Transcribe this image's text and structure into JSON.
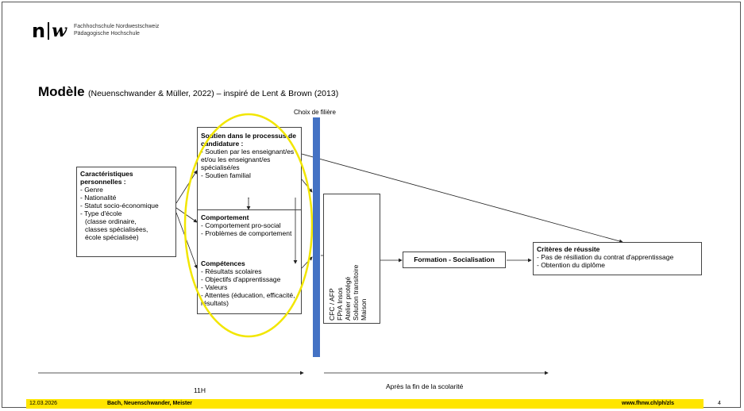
{
  "header": {
    "logo_n": "n",
    "logo_w": "w",
    "institution_line1": "Fachhochschule Nordwestschweiz",
    "institution_line2": "Pädagogische Hochschule"
  },
  "slide": {
    "title": "Modèle",
    "subtitle": "(Neuenschwander & Müller, 2022) – inspiré de Lent & Brown (2013)"
  },
  "diagram": {
    "choix_label": "Choix de filière",
    "caracteristiques": {
      "heading": "Caractéristiques personnelles :",
      "items": [
        "- Genre",
        "- Nationalité",
        "- Statut socio-économique",
        "- Type d'école",
        "(classe ordinaire,",
        "classes spécialisées,",
        "école spécialisée)"
      ]
    },
    "soutien": {
      "heading": "Soutien dans le processus de candidature :",
      "items": [
        "- Soutien par les enseignant/es et/ou les enseignant/es spécialisé/es",
        "- Soutien familial"
      ]
    },
    "comportement": {
      "heading": "Comportement",
      "items": [
        "- Comportement pro-social",
        "- Problèmes de comportement"
      ]
    },
    "competences": {
      "heading": "Compétences",
      "items": [
        "- Résultats scolaires",
        "- Objectifs d'apprentissage",
        "- Valeurs",
        "- Attentes (éducation, efficacité, résultats)"
      ]
    },
    "options": [
      "CFC / AFP",
      "FPrA Insos",
      "Atelier protégé",
      "Solution transitoire",
      "Maison"
    ],
    "formation": "Formation - Socialisation",
    "criteres": {
      "heading": "Critères de réussite",
      "items": [
        "- Pas de résiliation du contrat d'apprentissage",
        "- Obtention du diplôme"
      ]
    },
    "timeline_left": "11H",
    "timeline_right": "Après la fin de la scolarité"
  },
  "footer": {
    "date": "12.03.2026",
    "authors": "Bach, Neuenschwander, Meister",
    "url": "www.fhnw.ch/ph/zls",
    "page": "4"
  },
  "colors": {
    "highlight_ellipse": "#f2e600",
    "bar": "#4472c4",
    "footer": "#ffe500"
  }
}
